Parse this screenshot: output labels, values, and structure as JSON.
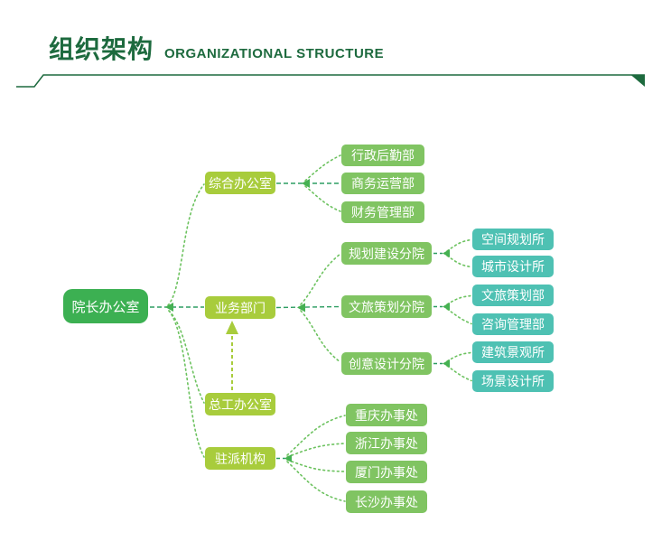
{
  "header": {
    "title_zh": "组织架构",
    "title_en": "ORGANIZATIONAL STRUCTURE"
  },
  "colors": {
    "title_green": "#1d6a3e",
    "root_node": "#3cb052",
    "level2_node": "#a8cc3c",
    "level3_node": "#80c462",
    "level4_node": "#4ec1b3",
    "connector_straight": "#2f9e63",
    "connector_curve": "#6cc25f",
    "connector_arrow": "#45b152",
    "upward_arrow": "#a8cc3c"
  },
  "org_tree": {
    "label": "院长办公室",
    "children": [
      {
        "label": "综合办公室",
        "children": [
          {
            "label": "行政后勤部"
          },
          {
            "label": "商务运营部"
          },
          {
            "label": "财务管理部"
          }
        ]
      },
      {
        "label": "业务部门",
        "children": [
          {
            "label": "规划建设分院",
            "children": [
              {
                "label": "空间规划所"
              },
              {
                "label": "城市设计所"
              }
            ]
          },
          {
            "label": "文旅策划分院",
            "children": [
              {
                "label": "文旅策划部"
              },
              {
                "label": "咨询管理部"
              }
            ]
          },
          {
            "label": "创意设计分院",
            "children": [
              {
                "label": "建筑景观所"
              },
              {
                "label": "场景设计所"
              }
            ]
          }
        ]
      },
      {
        "label": "总工办公室",
        "children": []
      },
      {
        "label": "驻派机构",
        "children": [
          {
            "label": "重庆办事处"
          },
          {
            "label": "浙江办事处"
          },
          {
            "label": "厦门办事处"
          },
          {
            "label": "长沙办事处"
          }
        ]
      }
    ]
  }
}
